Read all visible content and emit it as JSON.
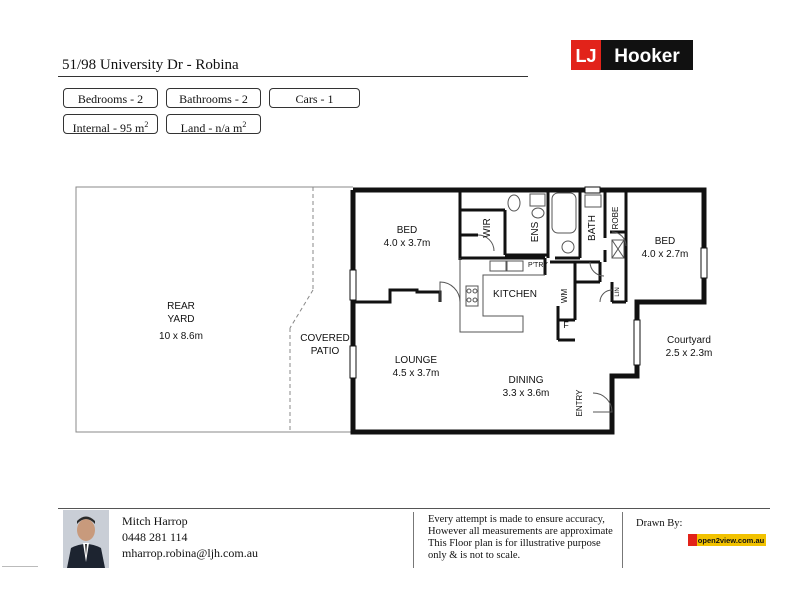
{
  "header": {
    "address": "51/98 University Dr - Robina",
    "brand_lj": "LJ",
    "brand_name": "Hooker"
  },
  "specs": {
    "bedrooms": "Bedrooms - 2",
    "bathrooms": "Bathrooms - 2",
    "cars": "Cars - 1",
    "internal": "Internal - 95 m",
    "internal_sup": "2",
    "land": "Land - n/a m",
    "land_sup": "2"
  },
  "rooms": {
    "rear_yard": "REAR",
    "rear_yard_2": "YARD",
    "rear_yard_size": "10 x 8.6m",
    "covered_patio": "COVERED",
    "covered_patio_2": "PATIO",
    "bed1": "BED",
    "bed1_size": "4.0 x 3.7m",
    "wir": "WIR",
    "ens": "ENS",
    "bath": "BATH",
    "robe": "ROBE",
    "bed2": "BED",
    "bed2_size": "4.0 x 2.7m",
    "pantry": "P'TRY",
    "kitchen": "KITCHEN",
    "wm": "WM",
    "fridge": "F",
    "linen": "LIN",
    "lounge": "LOUNGE",
    "lounge_size": "4.5 x 3.7m",
    "dining": "DINING",
    "dining_size": "3.3 x 3.6m",
    "entry": "ENTRY",
    "courtyard": "Courtyard",
    "courtyard_size": "2.5 x 2.3m"
  },
  "agent": {
    "name": "Mitch Harrop",
    "phone": "0448 281 114",
    "email": "mharrop.robina@ljh.com.au"
  },
  "disclaimer": {
    "line1": "Every  attempt is made to ensure accuracy,",
    "line2": "However all measurements are approximate",
    "line3": "This Floor plan is for illustrative purpose",
    "line4": "only & is not to scale."
  },
  "credits": {
    "drawn_by": "Drawn By:",
    "open2view": "open2view.com.au"
  },
  "colors": {
    "lj_red": "#e2231a",
    "hooker_black": "#111111",
    "wall": "#111111",
    "o2v_yellow": "#f2c200"
  }
}
